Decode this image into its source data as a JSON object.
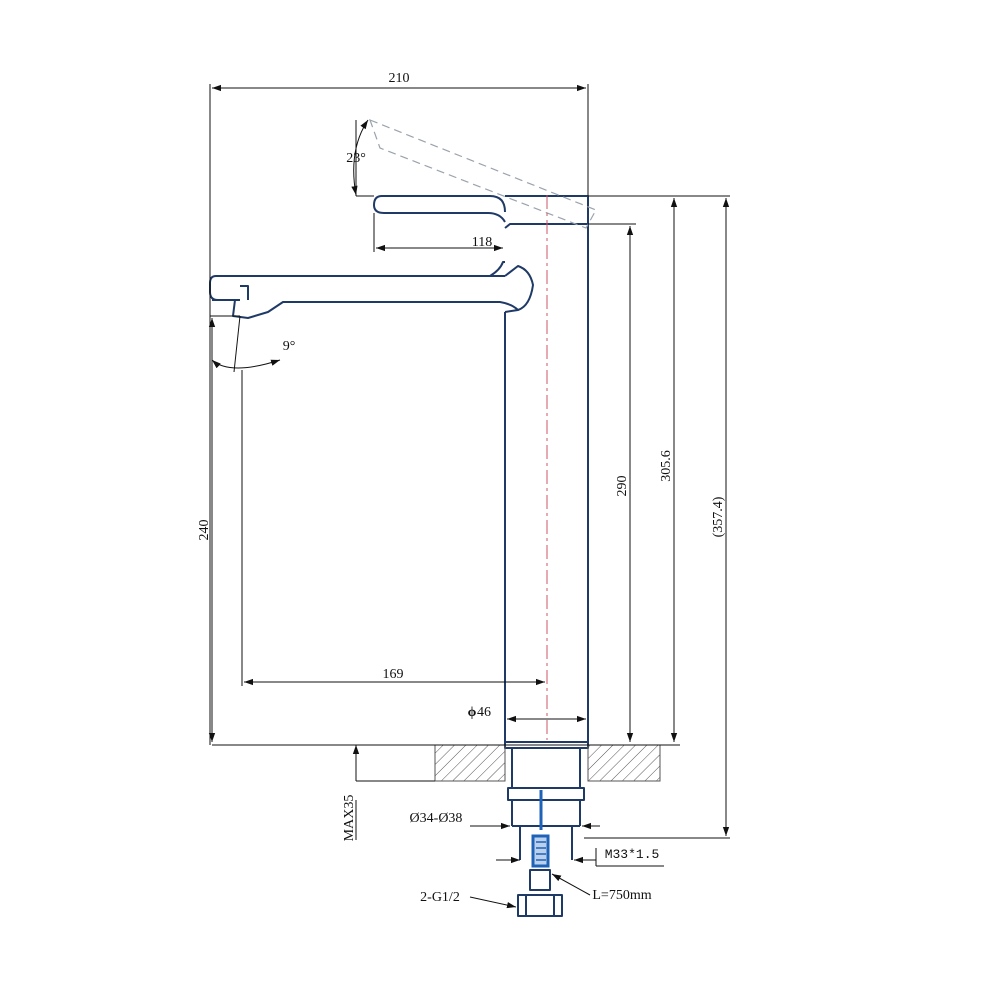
{
  "colors": {
    "outline": "#1f3a66",
    "dimension": "#111111",
    "centerline": "#cc5566",
    "hatch": "#555555",
    "hose": "#1e63b8",
    "ghost": "#9aa3ad"
  },
  "dimensions": {
    "overall_width": "210",
    "tilt_angle": "23°",
    "lever_length": "118",
    "spout_angle": "9°",
    "spout_height": "240",
    "spout_reach": "169",
    "body_height": "290",
    "total_height": "305.6",
    "overall_height": "(357.4)",
    "body_diameter": "46",
    "diameter_symbol": "ϕ",
    "max_thickness": "MAX35",
    "hole_diameter": "Ø34-Ø38",
    "thread": "M33*1.5",
    "hose_length": "L=750mm",
    "connector": "2-G1/2"
  }
}
